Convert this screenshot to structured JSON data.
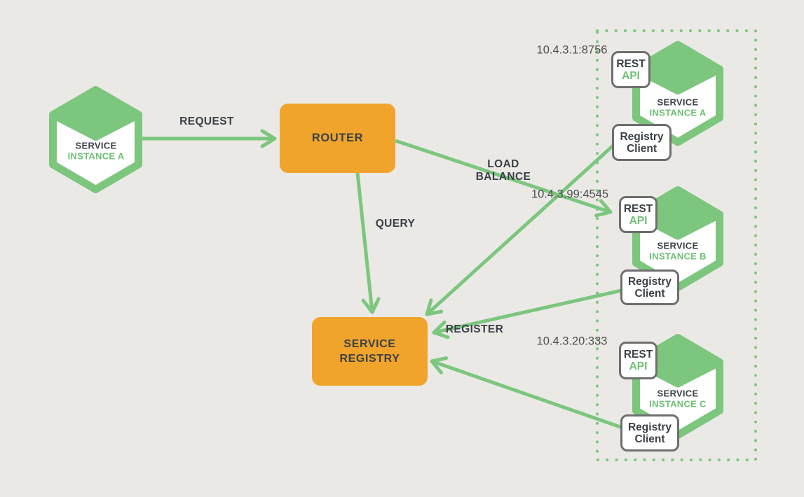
{
  "colors": {
    "background": "#EBE9E6",
    "green_shape": "#7CC67E",
    "green_text": "#6FC175",
    "orange": "#F1A42B",
    "dark_text": "#3A4147",
    "box_border_gray": "#6E6E6E",
    "ip_text_gray": "#4D4D4D"
  },
  "client_instance": {
    "service": "SERVICE",
    "instance": "INSTANCE A"
  },
  "router": {
    "label": "ROUTER"
  },
  "registry": {
    "line1": "SERVICE",
    "line2": "REGISTRY"
  },
  "edge_labels": {
    "request": "REQUEST",
    "query": "QUERY",
    "load_balance_line1": "LOAD",
    "load_balance_line2": "BALANCE",
    "register": "REGISTER"
  },
  "instances": [
    {
      "ip": "10.4.3.1:8756",
      "service": "SERVICE",
      "instance": "INSTANCE A",
      "rest_line1": "REST",
      "rest_line2": "API",
      "client_line1": "Registry",
      "client_line2": "Client"
    },
    {
      "ip": "10.4.3.99:4545",
      "service": "SERVICE",
      "instance": "INSTANCE B",
      "rest_line1": "REST",
      "rest_line2": "API",
      "client_line1": "Registry",
      "client_line2": "Client"
    },
    {
      "ip": "10.4.3.20:333",
      "service": "SERVICE",
      "instance": "INSTANCE C",
      "rest_line1": "REST",
      "rest_line2": "API",
      "client_line1": "Registry",
      "client_line2": "Client"
    }
  ]
}
